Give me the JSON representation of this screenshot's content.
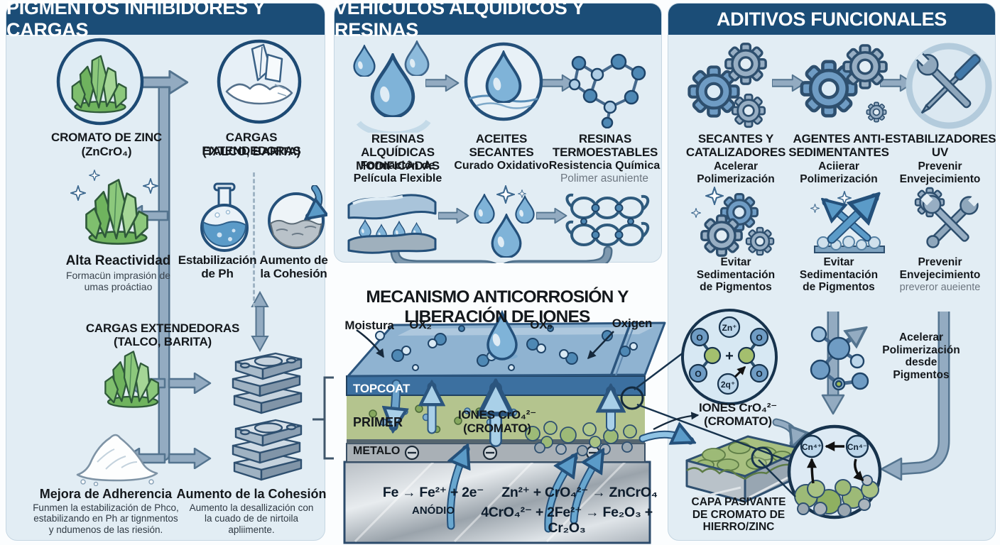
{
  "colors": {
    "header_bg": "#1b4d77",
    "panel_bg": "#e2edf4",
    "arrow_steel": "#93abc1",
    "arrow_outline": "#54748f",
    "water_blue": "#5b9bc8",
    "topcoat_blue": "#3c70a0",
    "primer_green": "#b4c48e",
    "metal_gray": "#a9b0b6",
    "crystal_green": "#7fbf6e"
  },
  "left": {
    "header": "PIGMENTOS INHIBIDORES Y CARGAS",
    "zinc": {
      "title": "CROMATO DE ZINC",
      "sub": "(ZnCrO₄)"
    },
    "fillers": {
      "title": "CARGAS EXTENDEDORAS",
      "sub": "(TALCO, BARITA)"
    },
    "reactivity": {
      "title": "Alta Reactividad",
      "sub": "Formacün imprasión de\numas proáctiao"
    },
    "ph_label": "Estabilización\nde Ph",
    "cohesion_label": "Aumento de\nla Cohesión",
    "mid_label": "CARGAS EXTENDEDORAS\n(TALCO, BARITA)",
    "adhesion": {
      "title": "Mejora de Adherencia",
      "sub": "Funmen la estabilización de Phco,\nestabilizando en Ph ar tignmentos\ny ndumenos de las riesión."
    },
    "cohesion_bottom": {
      "title": "Aumento de la Cohesión",
      "sub": "Aumento la desallización con\nla cuado de de nirtoila\napliimente."
    }
  },
  "middle": {
    "header": "VEHÍCULOS ALQUÍDICOS Y RESINAS",
    "resins": {
      "title": "RESINAS ALQUÍDICAS\nMODIFICADAS",
      "sub": "Formación de\nPelícula Flexible"
    },
    "oils": {
      "title": "ACEITES\nSECANTES",
      "sub": "Curado Oxidativo"
    },
    "thermo": {
      "title": "RESINAS\nTERMOESTABLES",
      "sub": "Resistencia Química",
      "sub2": "Polimer asuniente"
    },
    "mechanism_title": "MECANISMO ANTICORROSIÓN Y LIBERACIÓN DE IONES",
    "moisture": "Moistura",
    "ox2": "OX₂",
    "ox9": "OX₉",
    "oxygen": "Oxigen",
    "topcoat": "TOPCOAT",
    "primer": "PRIMER",
    "metal": "METALO",
    "ions": "IONES CrO₄²⁻\n(CROMATO)",
    "eq_anode": "Fe → Fe²⁺ + 2e⁻",
    "anode_label": "ANÓDIO",
    "eq_zinc": "Zn²⁺ + CrO₄²⁻ → ZnCrO₄",
    "eq_oxide": "4CrO₄²⁻ + 2Fe²⁺ → Fe₂O₃ + Cr₂O₃"
  },
  "right": {
    "header": "ADITIVOS FUNCIONALES",
    "driers": {
      "title": "SECANTES Y\nCATALIZADORES",
      "sub": "Acelerar\nPolimerización",
      "sub2": "Evitar\nSedimentación\nde Pigmentos"
    },
    "antisettling": {
      "title": "AGENTES ANTI-\nSEDIMENTANTES",
      "sub": "Aciierar\nPolimerización",
      "sub2": "Evitar\nSedimentación\nde Pigmentos"
    },
    "uv": {
      "title": "ESTABILIZADORES\nUV",
      "sub": "Prevenir\nEnvejecimiento",
      "sub2": "Prevenir\nEnvejecimiento",
      "sub3": "preveror aueiente"
    },
    "accelerate": "Acelerar\nPolimerización\ndesde\nPigmentos",
    "ions": "IONES CrO₄²⁻\n(CROMATO)",
    "passivating": "CAPA PASIVANTE\nDE CROMATO DE\nHIERRO/ZINC",
    "atoms": {
      "zn": "Zn⁺",
      "o": "O",
      "plus": "+",
      "q": "2q⁺",
      "cr_left": "Cn⁴⁺",
      "cr_right": "Cn⁴⁻"
    }
  }
}
